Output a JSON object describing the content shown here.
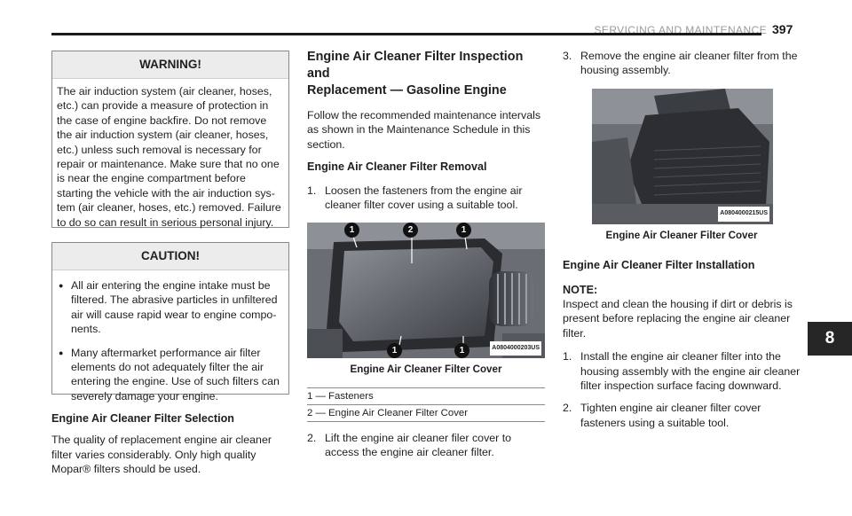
{
  "header": {
    "section": "SERVICING AND MAINTENANCE",
    "page_number": "397"
  },
  "side_tab": "8",
  "warning": {
    "title": "WARNING!",
    "text": "The air induction system (air cleaner, hoses, etc.) can provide a measure of protection in the case of engine backfire. Do not remove the air induction system (air cleaner, hoses, etc.) unless such removal is necessary for repair or maintenance. Make sure that no one is near the engine compartment before starting the vehicle with the air induction sys-tem (air cleaner, hoses, etc.) removed. Failure to do so can result in serious personal injury."
  },
  "caution": {
    "title": "CAUTION!",
    "items": [
      "All air entering the engine intake must be filtered. The abrasive particles in unfiltered air will cause rapid wear to engine compo-nents.",
      "Many aftermarket performance air filter elements do not adequately filter the air entering the engine. Use of such filters can severely damage your engine."
    ]
  },
  "selection": {
    "heading": "Engine Air Cleaner Filter Selection",
    "text": "The quality of replacement engine air cleaner filter varies considerably. Only high quality Mopar® filters should be used."
  },
  "inspection": {
    "title_line1": "Engine Air Cleaner Filter Inspection and",
    "title_line2": "Replacement — Gasoline Engine",
    "intro": "Follow the recommended maintenance intervals as shown in the Maintenance Schedule in this section.",
    "removal_heading": "Engine Air Cleaner Filter Removal",
    "step1_num": "1.",
    "step1": "Loosen the fasteners from the engine air cleaner filter cover using a suitable tool.",
    "figure1_id": "A0804000203US",
    "figure1_callouts": [
      "1",
      "2",
      "1",
      "1",
      "1"
    ],
    "figure1_caption": "Engine Air Cleaner Filter Cover",
    "legend": [
      "1 — Fasteners",
      "2 — Engine Air Cleaner Filter Cover"
    ],
    "step2_num": "2.",
    "step2": "Lift the engine air cleaner filer cover to access the engine air cleaner filter."
  },
  "removal_cont": {
    "step3_num": "3.",
    "step3": "Remove the engine air cleaner filter from the housing assembly.",
    "figure2_id": "A0804000215US",
    "figure2_caption": "Engine Air Cleaner Filter Cover"
  },
  "installation": {
    "heading": "Engine Air Cleaner Filter Installation",
    "note_label": "NOTE:",
    "note": "Inspect and clean the housing if dirt or debris is present before replacing the engine air cleaner filter.",
    "step1_num": "1.",
    "step1": "Install the engine air cleaner filter into the housing assembly with the engine air cleaner filter inspection surface facing downward.",
    "step2_num": "2.",
    "step2": "Tighten engine air cleaner filter cover fasteners using a suitable tool."
  }
}
